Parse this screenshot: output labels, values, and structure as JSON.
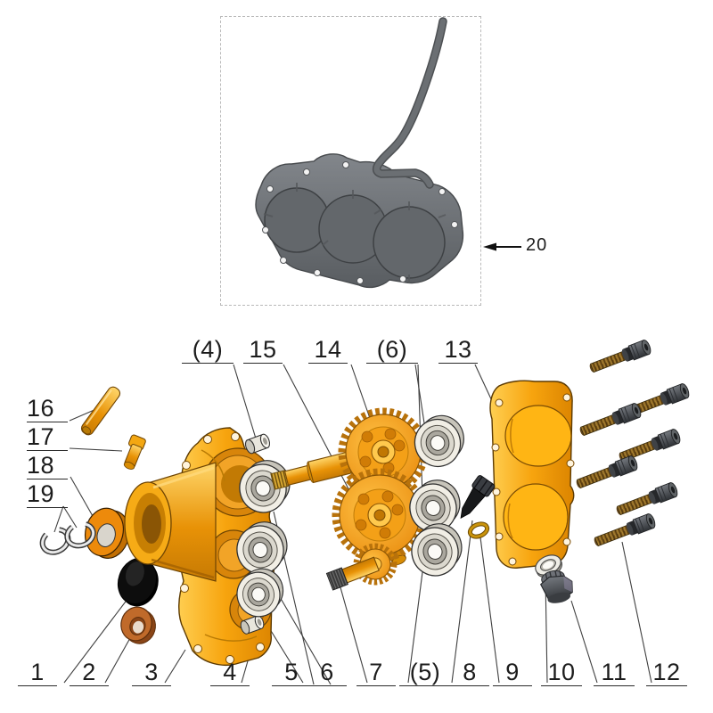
{
  "canvas": {
    "background": "#ffffff"
  },
  "inset_box": {
    "callout": "20"
  },
  "callouts": {
    "top": [
      "(4)",
      "15",
      "14",
      "(6)",
      "13"
    ],
    "left": [
      "16",
      "17",
      "18",
      "19"
    ],
    "bottom": [
      "1",
      "2",
      "3",
      "4",
      "5",
      "6",
      "7",
      "(5)",
      "8",
      "9",
      "10",
      "11",
      "12"
    ]
  },
  "colors": {
    "housing_gold": "#F7A81B",
    "gear_orange": "#EF9208",
    "bearing_ivory": "#F1EEE5",
    "bolt_bronze": "#8A6420",
    "bolt_head_gray": "#46484D",
    "copper_seal": "#C06A2A",
    "rubber_seal_black": "#0D0D0D",
    "assembly_gray": "#6E7275",
    "leader_line": "#3F3F3F",
    "label_text": "#1C1C1C"
  }
}
